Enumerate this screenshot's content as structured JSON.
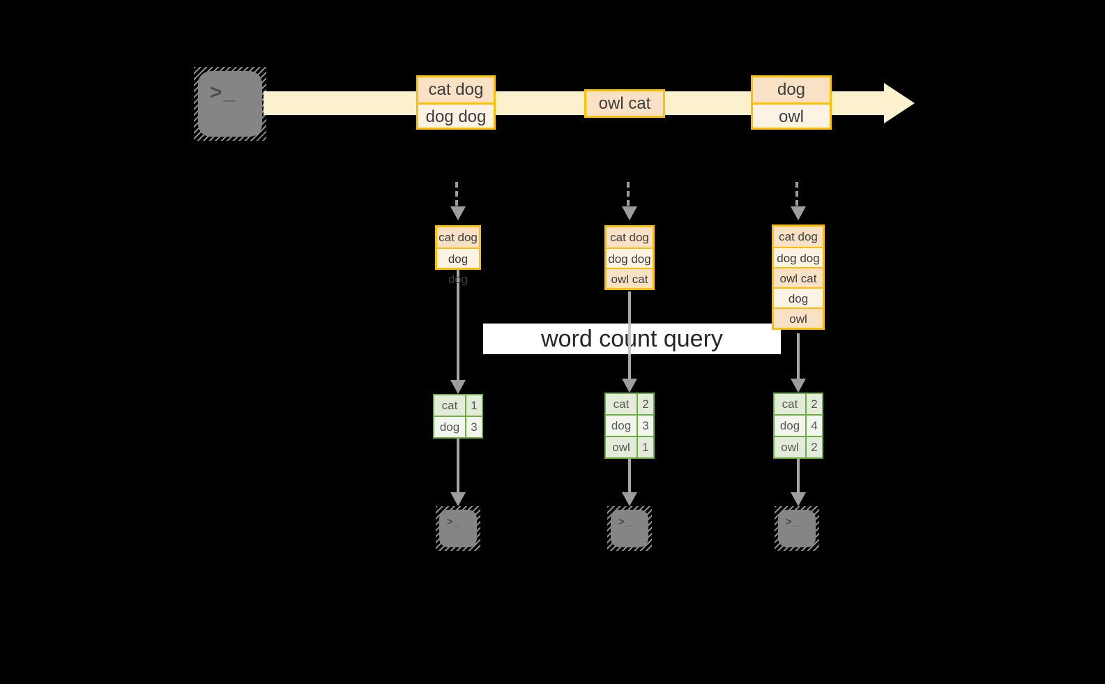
{
  "terminal_prompt": ">_",
  "banner": {
    "label": "word count query"
  },
  "stream": {
    "messages": [
      {
        "rows": [
          "cat dog",
          "dog dog"
        ]
      },
      {
        "rows": [
          "owl cat"
        ]
      },
      {
        "rows": [
          "dog",
          "owl"
        ]
      }
    ]
  },
  "columns": [
    {
      "buffer": [
        "cat dog",
        "dog dog"
      ],
      "counts": [
        {
          "word": "cat",
          "value": "1"
        },
        {
          "word": "dog",
          "value": "3"
        }
      ]
    },
    {
      "buffer": [
        "cat dog",
        "dog dog",
        "owl cat"
      ],
      "counts": [
        {
          "word": "cat",
          "value": "2"
        },
        {
          "word": "dog",
          "value": "3"
        },
        {
          "word": "owl",
          "value": "1"
        }
      ]
    },
    {
      "buffer": [
        "cat dog",
        "dog dog",
        "owl cat",
        "dog",
        "owl"
      ],
      "counts": [
        {
          "word": "cat",
          "value": "2"
        },
        {
          "word": "dog",
          "value": "4"
        },
        {
          "word": "owl",
          "value": "2"
        }
      ]
    }
  ],
  "colors": {
    "background": "#000000",
    "band": "#fcf1cf",
    "gold_border": "#fcbf01",
    "fill_peach": "#f9e1c5",
    "fill_cream": "#fdf3e4",
    "green_border": "#6fad47",
    "green_row_dark": "#e3ebd9",
    "green_row_light": "#f2f6ed",
    "arrow_gray": "#9d9d9d",
    "terminal_gray": "#858585",
    "banner_bg": "#ffffff"
  }
}
